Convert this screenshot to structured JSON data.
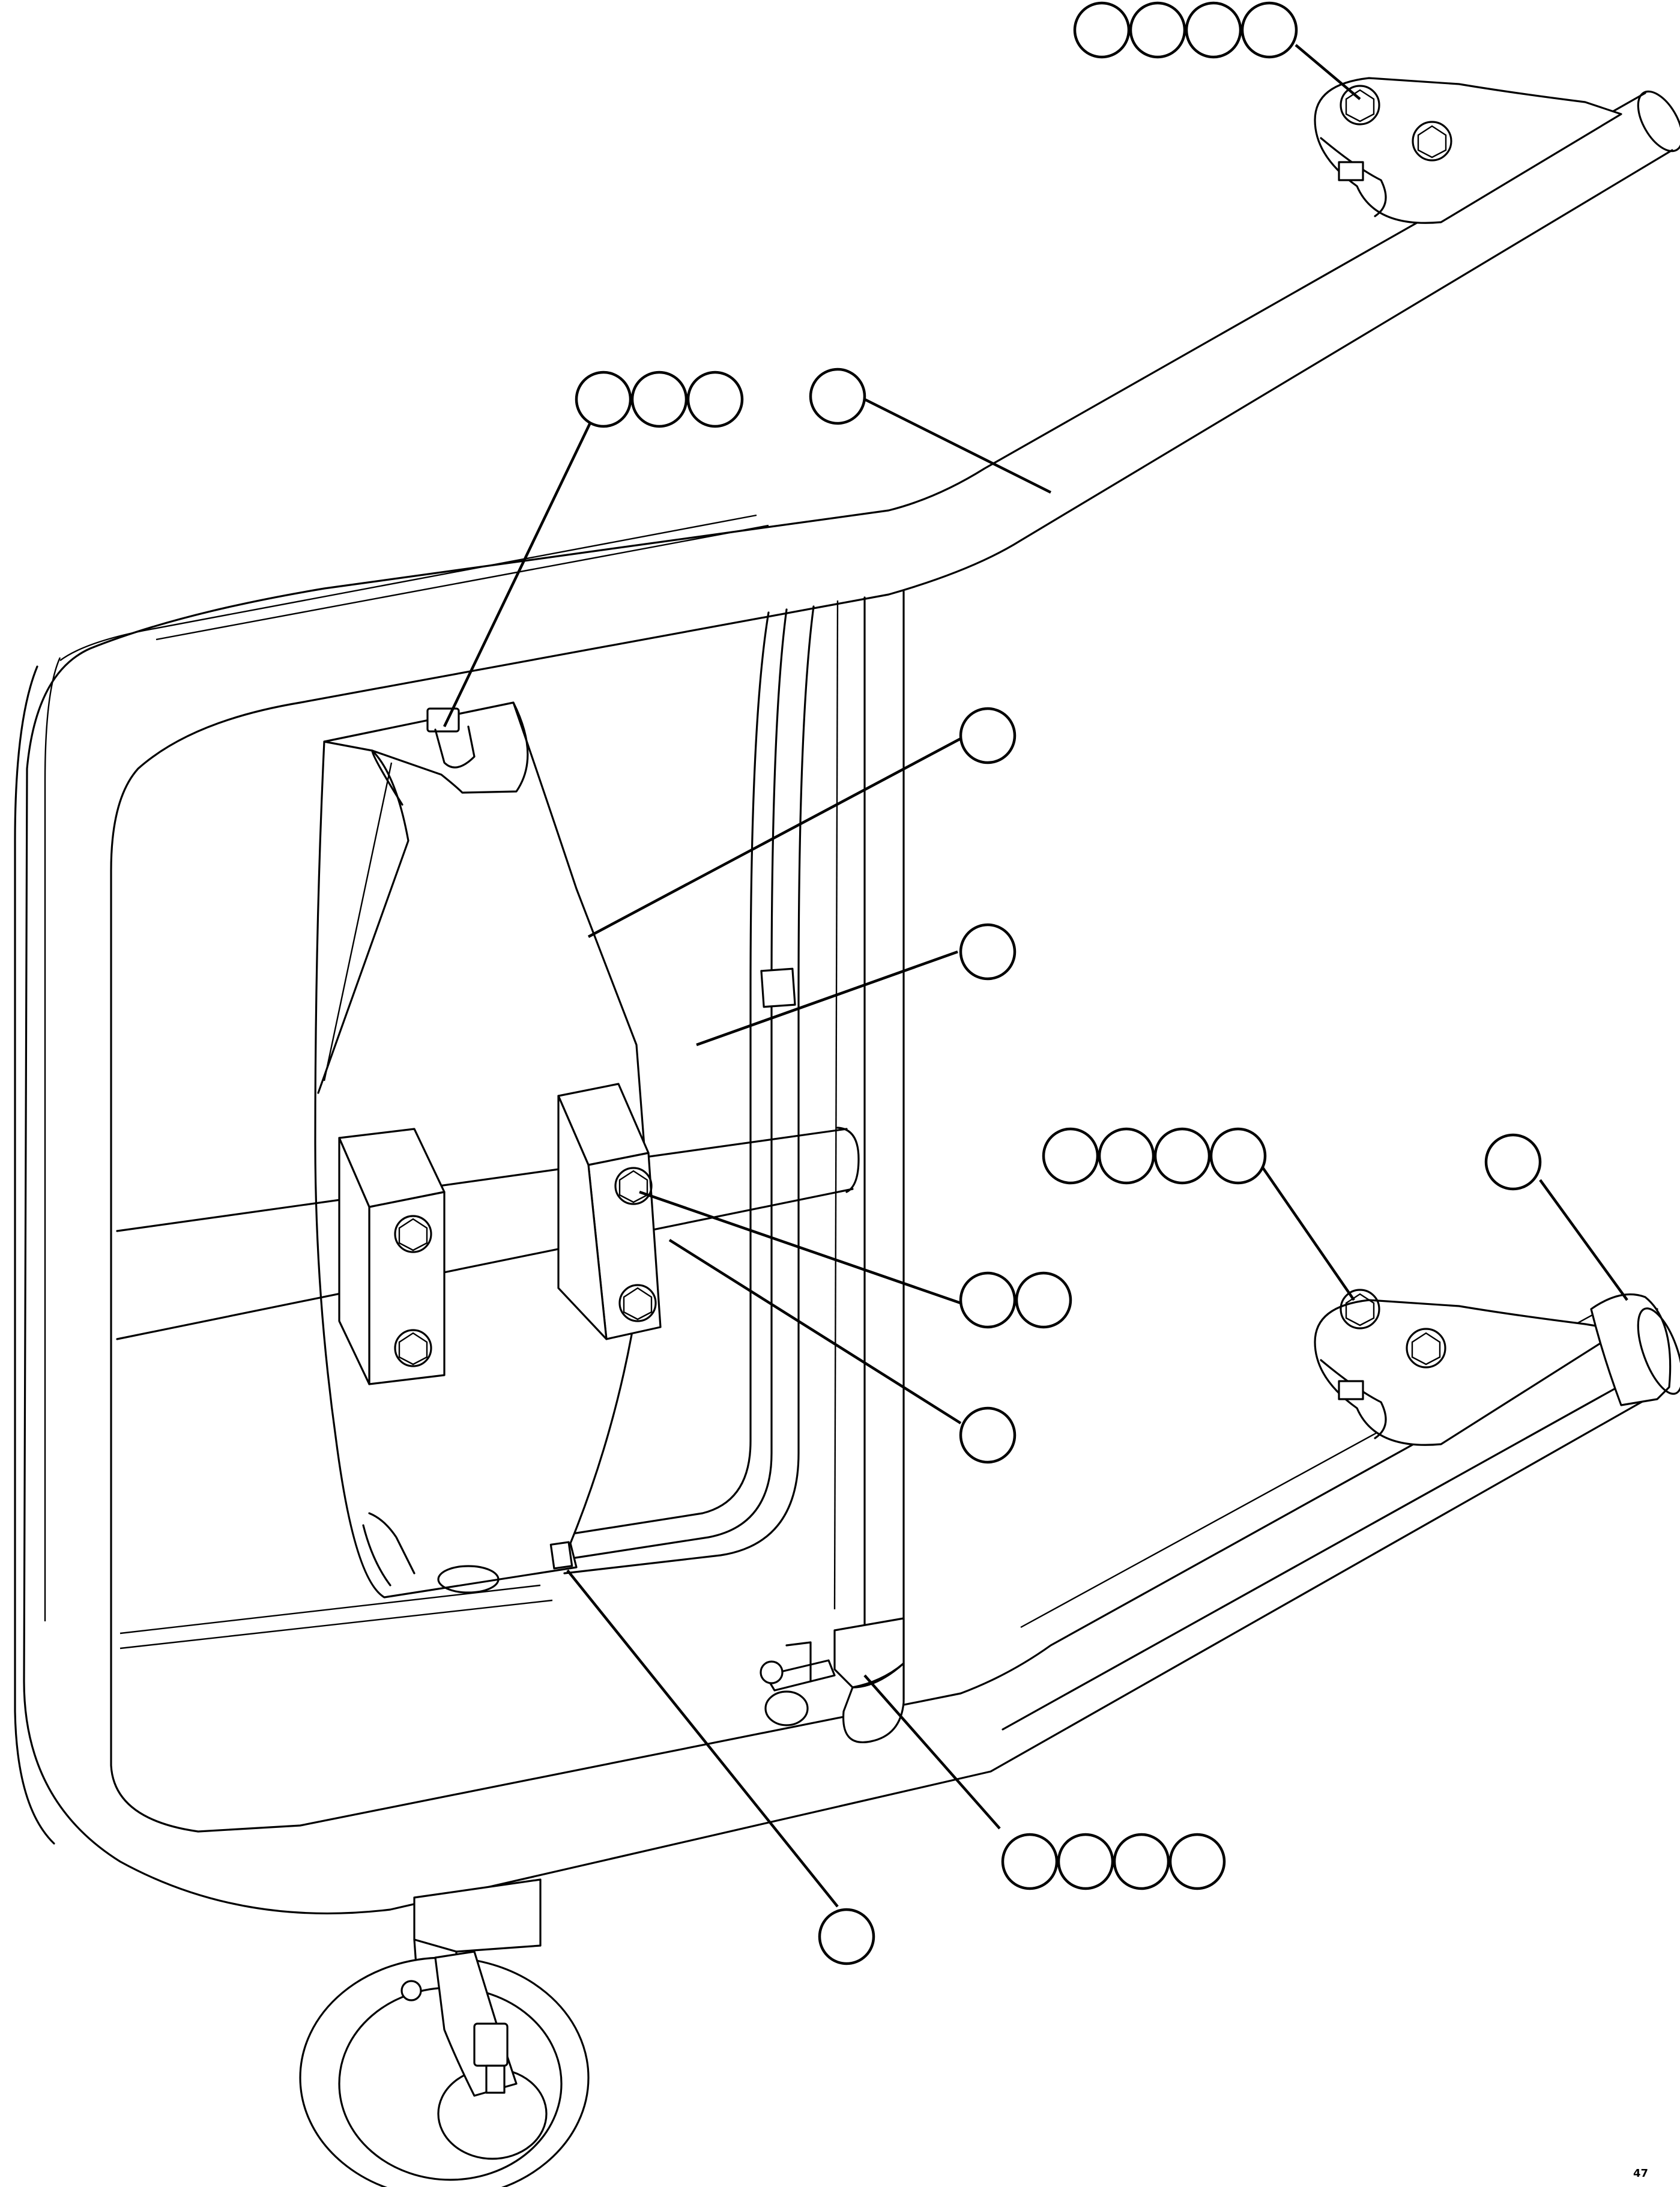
{
  "figure": {
    "page_code": "47",
    "callout_groups": [
      {
        "id": "top-right-bolt",
        "balloons": 4
      },
      {
        "id": "lamp-top-bolt",
        "balloons": 3
      },
      {
        "id": "frame-bar",
        "balloons": 1
      },
      {
        "id": "lamp-housing",
        "balloons": 1
      },
      {
        "id": "mount-plate",
        "balloons": 1
      },
      {
        "id": "lower-right-bolt",
        "balloons": 4
      },
      {
        "id": "tube-end-cap",
        "balloons": 1
      },
      {
        "id": "clamp-bolt",
        "balloons": 2
      },
      {
        "id": "clamp-block",
        "balloons": 1
      },
      {
        "id": "pipe-clamp",
        "balloons": 4
      },
      {
        "id": "cable-tie",
        "balloons": 1
      }
    ]
  },
  "colors": {
    "line": "#000000",
    "background": "#ffffff"
  }
}
